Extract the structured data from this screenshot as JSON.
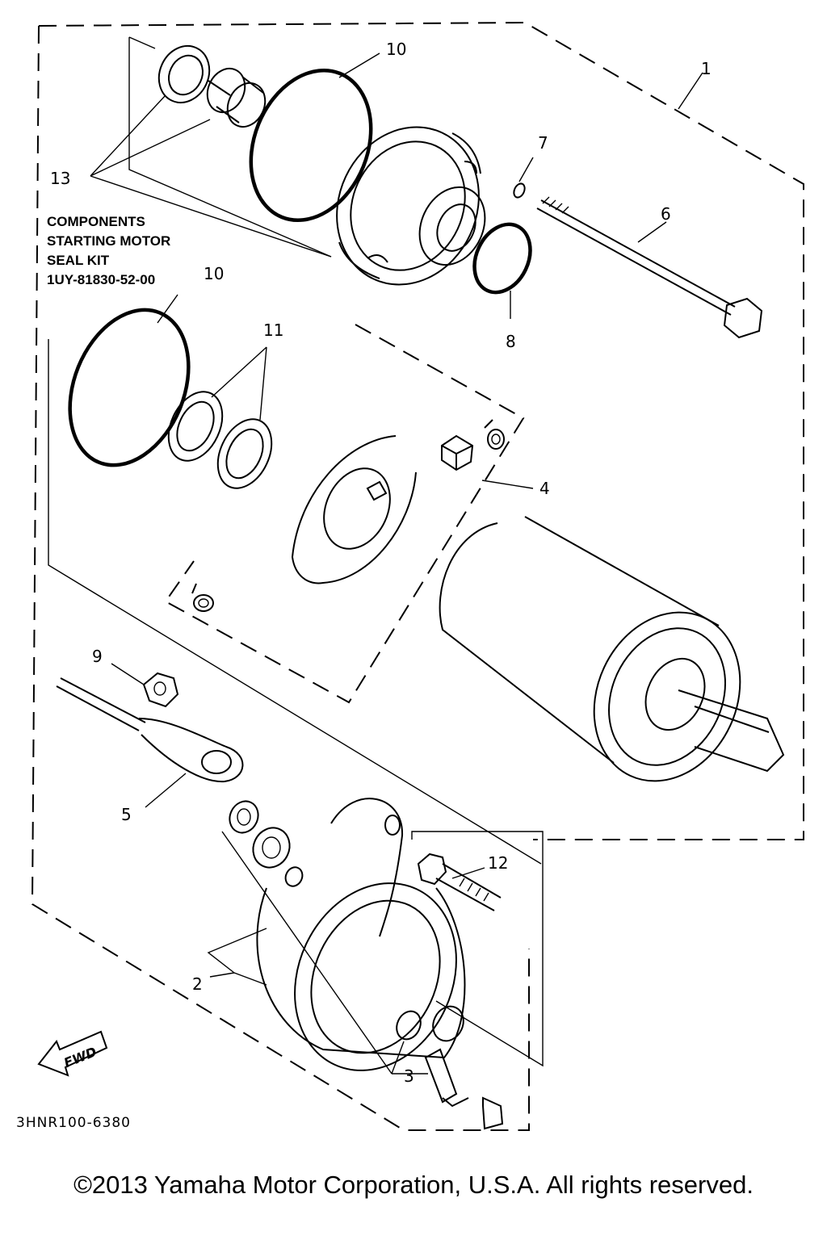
{
  "diagram": {
    "part_labels": [
      "1",
      "2",
      "3",
      "4",
      "5",
      "6",
      "7",
      "8",
      "9",
      "10",
      "10",
      "11",
      "12",
      "13"
    ],
    "kit_note": {
      "line1": "COMPONENTS",
      "line2": "STARTING MOTOR",
      "line3": "SEAL KIT",
      "line4": "1UY-81830-52-00"
    },
    "fwd_label": "FWD",
    "drawing_code": "3HNR100-6380",
    "copyright": "©2013 Yamaha Motor Corporation, U.S.A. All rights reserved."
  }
}
